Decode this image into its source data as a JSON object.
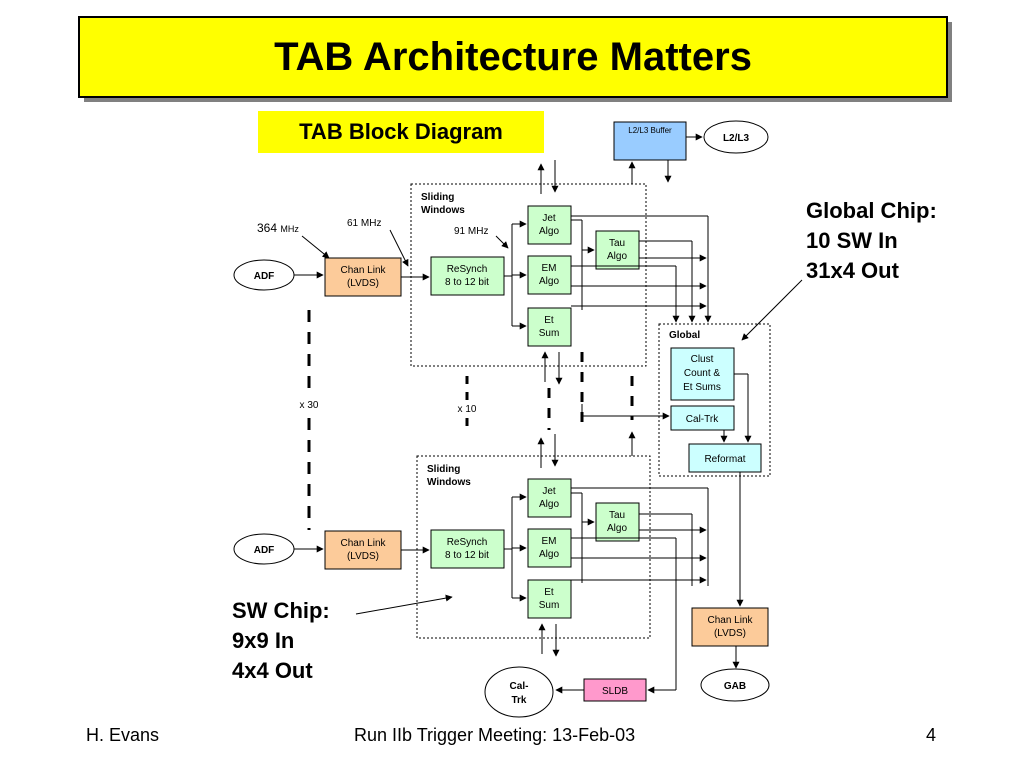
{
  "title": "TAB Architecture Matters",
  "subtitle": "TAB Block Diagram",
  "footer": {
    "left": "H. Evans",
    "center": "Run IIb Trigger Meeting: 13-Feb-03",
    "right": "4"
  },
  "callouts": {
    "global_chip": [
      "Global Chip:",
      "10 SW In",
      "31x4 Out"
    ],
    "sw_chip": [
      "SW Chip:",
      "9x9 In",
      "4x4 Out"
    ]
  },
  "labels": {
    "freq_364": "364",
    "freq_364_unit": "MHz",
    "freq_61": "61 MHz",
    "freq_91": "91 MHz",
    "x30": "x 30",
    "x10": "x 10",
    "sliding_windows_1": "Sliding",
    "sliding_windows_2": "Windows",
    "global": "Global"
  },
  "blocks": {
    "adf": "ADF",
    "chan_link": [
      "Chan Link",
      "(LVDS)"
    ],
    "resynch": [
      "ReSynch",
      "8 to 12 bit"
    ],
    "jet_algo": [
      "Jet",
      "Algo"
    ],
    "em_algo": [
      "EM",
      "Algo"
    ],
    "et_sum": [
      "Et",
      "Sum"
    ],
    "tau_algo": [
      "Tau",
      "Algo"
    ],
    "l2l3_buffer": "L2/L3 Buffer",
    "l2l3": "L2/L3",
    "clust": [
      "Clust",
      "Count &",
      "Et Sums"
    ],
    "cal_trk_box": "Cal-Trk",
    "reformat": "Reformat",
    "gab": "GAB",
    "sldb": "SLDB",
    "cal_trk_oval": [
      "Cal-",
      "Trk"
    ]
  },
  "colors": {
    "title_bg": "#ffff00",
    "chan_link": "#fccb9a",
    "resynch": "#ccffcc",
    "algo": "#ccffcc",
    "buffer": "#99ccff",
    "global_block": "#ccffff",
    "sldb": "#ff99cc"
  }
}
